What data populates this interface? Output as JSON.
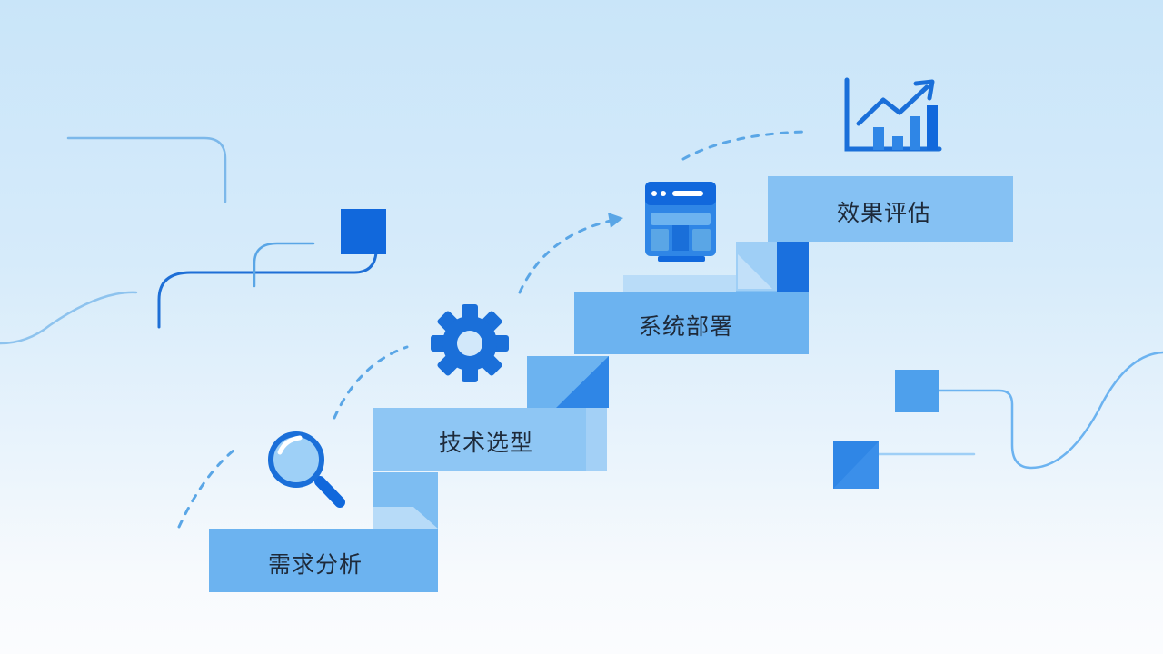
{
  "diagram": {
    "steps": [
      {
        "label": "需求分析",
        "icon": "magnifier-icon"
      },
      {
        "label": "技术选型",
        "icon": "gear-icon"
      },
      {
        "label": "系统部署",
        "icon": "monitor-icon"
      },
      {
        "label": "效果评估",
        "icon": "bar-chart-trend-icon"
      }
    ],
    "colors": {
      "stair_light": "#85c1f3",
      "stair_mid": "#6cb3f0",
      "stair_dark": "#2f86e6",
      "accent": "#1168dc",
      "line": "#5aa6e6"
    }
  }
}
